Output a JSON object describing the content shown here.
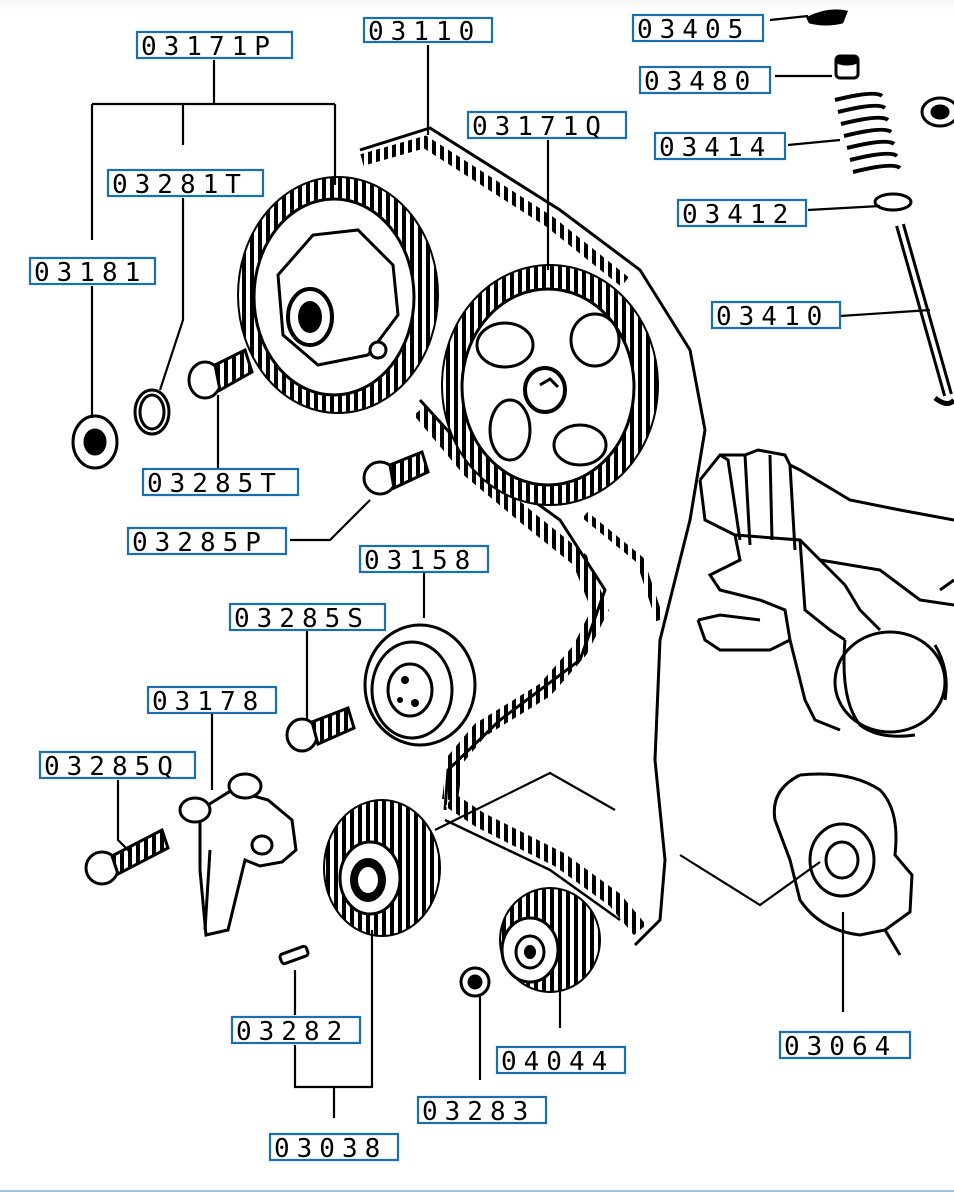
{
  "diagram": {
    "labels": {
      "l03171P": "03171P",
      "l03110": "03110",
      "l03405": "03405",
      "l03480": "03480",
      "l03281T": "03281T",
      "l03171Q": "03171Q",
      "l03414": "03414",
      "l03412": "03412",
      "l03181": "03181",
      "l03410": "03410",
      "l03285T": "03285T",
      "l03285P": "03285P",
      "l03158": "03158",
      "l03285S": "03285S",
      "l03178": "03178",
      "l03285Q": "03285Q",
      "l03282": "03282",
      "l04044": "04044",
      "l03064": "03064",
      "l03283": "03283",
      "l03038": "03038"
    },
    "colors": {
      "callout_border": "#1a6fb0",
      "line": "#000000",
      "background": "#ffffff"
    }
  }
}
